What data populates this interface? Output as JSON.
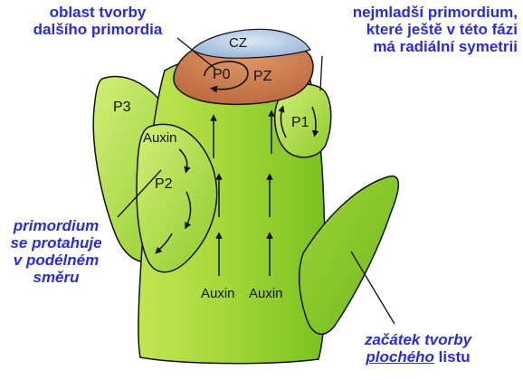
{
  "annotations": {
    "top_left": {
      "line1": "oblast tvorby",
      "line2": "dalšího primordia"
    },
    "top_right": {
      "line1": "nejmladší primordium,",
      "line2": "které ještě v této fázi",
      "line3": "má radiální symetrii"
    },
    "left": {
      "line1": "primordium",
      "line2": "se protahuje",
      "line3": "v podélném",
      "line4": "směru"
    },
    "bottom_right": {
      "line1": "začátek tvorby",
      "line2_underlined": "plochého",
      "line2_rest": "listu"
    }
  },
  "labels": {
    "cz": "CZ",
    "p0": "P0",
    "pz": "PZ",
    "p1": "P1",
    "p2": "P2",
    "p3": "P3",
    "auxin_p2": "Auxin",
    "auxin_stem_left": "Auxin",
    "auxin_stem_right": "Auxin"
  },
  "colors": {
    "annotation_text": "#2a2ae0",
    "plant_green": "#8ccf2a",
    "plant_light": "#d6f07a",
    "central_zone": "#a9c2e0",
    "peripheral_zone": "#c9784a",
    "outline": "#111111"
  }
}
